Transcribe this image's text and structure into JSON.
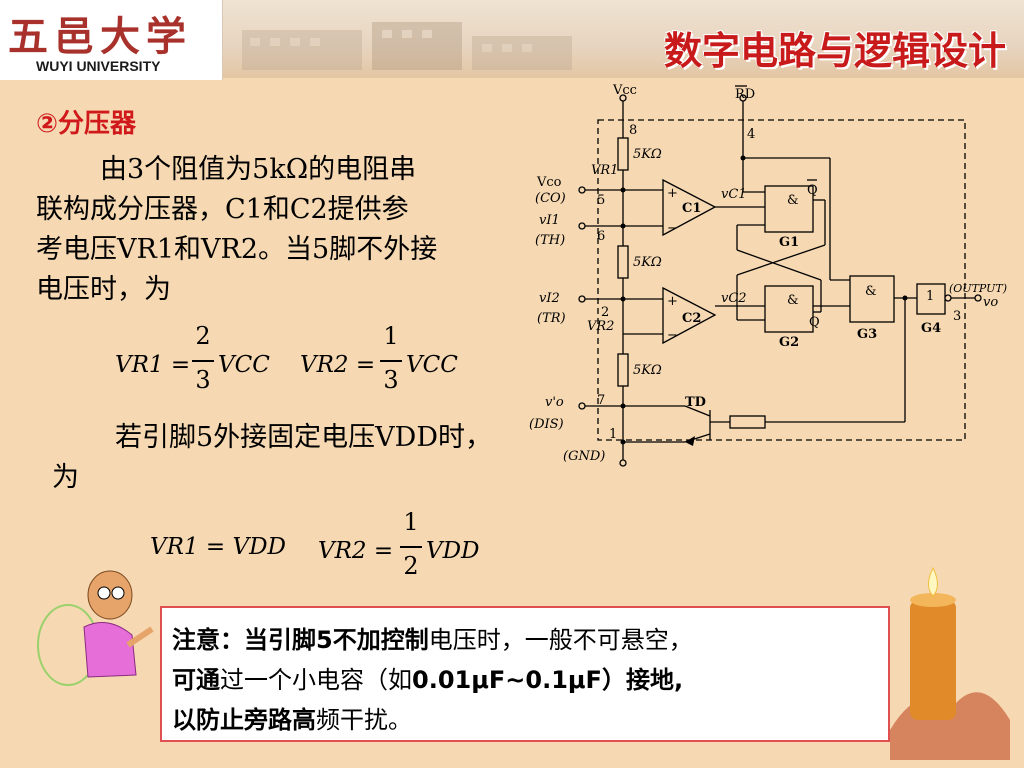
{
  "header": {
    "logo_cn": "五邑大学",
    "logo_en": "WUYI UNIVERSITY",
    "course_title": "数字电路与逻辑设计"
  },
  "section": {
    "title": "②分压器"
  },
  "text": {
    "p1_l1": "由3个阻值为5kΩ的电阻串",
    "p1_l2": "联构成分压器，C1和C2提供参",
    "p1_l3": "考电压VR1和VR2。当5脚不外接",
    "p1_l4": "电压时，为",
    "p2_l1": "若引脚5外接固定电压VDD时，",
    "p2_l2": "为"
  },
  "equations": {
    "eq1_lhs": "VR1 =",
    "eq1_num": "2",
    "eq1_den": "3",
    "eq1_rhs": "VCC",
    "eq2_lhs": "VR2 =",
    "eq2_num": "1",
    "eq2_den": "3",
    "eq2_rhs": "VCC",
    "eq3": "VR1 = VDD",
    "eq4_lhs": "VR2 =",
    "eq4_num": "1",
    "eq4_den": "2",
    "eq4_rhs": "VDD"
  },
  "note": {
    "l1a": "注意：当引脚5不加控制",
    "l1b": "电压时，一般不可悬空，",
    "l2a": "可通",
    "l2b": "过一个小电容（如",
    "l2c": "0.01μF~0.1μF）接地,",
    "l3a": "以防止旁路高",
    "l3b": "频干扰。"
  },
  "circuit": {
    "vcc": "Vcc",
    "rd": "RD",
    "pin8": "8",
    "pin4": "4",
    "pin5": "5",
    "pin6": "6",
    "pin2": "2",
    "pin7": "7",
    "pin1": "1",
    "pin3": "3",
    "r1": "5KΩ",
    "r2": "5KΩ",
    "r3": "5KΩ",
    "vr1": "VR1",
    "vr2": "VR2",
    "vco": "Vco",
    "co": "(CO)",
    "vi1": "vI1",
    "th": "(TH)",
    "vi2": "vI2",
    "tr": "(TR)",
    "vo_p": "v'o",
    "dis": "(DIS)",
    "gnd": "(GND)",
    "c1": "C1",
    "c2": "C2",
    "vc1": "vC1",
    "vc2": "vC2",
    "g1": "G1",
    "g2": "G2",
    "g3": "G3",
    "g4": "G4",
    "amp": "&",
    "one": "1",
    "q": "Q",
    "qbar": "Q",
    "td": "TD",
    "output": "(OUTPUT)",
    "vo": "vo",
    "plus": "+",
    "minus": "−"
  },
  "colors": {
    "background": "#f6d9b2",
    "title_red": "#c81a1a",
    "section_red": "#d0191b",
    "note_border": "#e05050"
  }
}
